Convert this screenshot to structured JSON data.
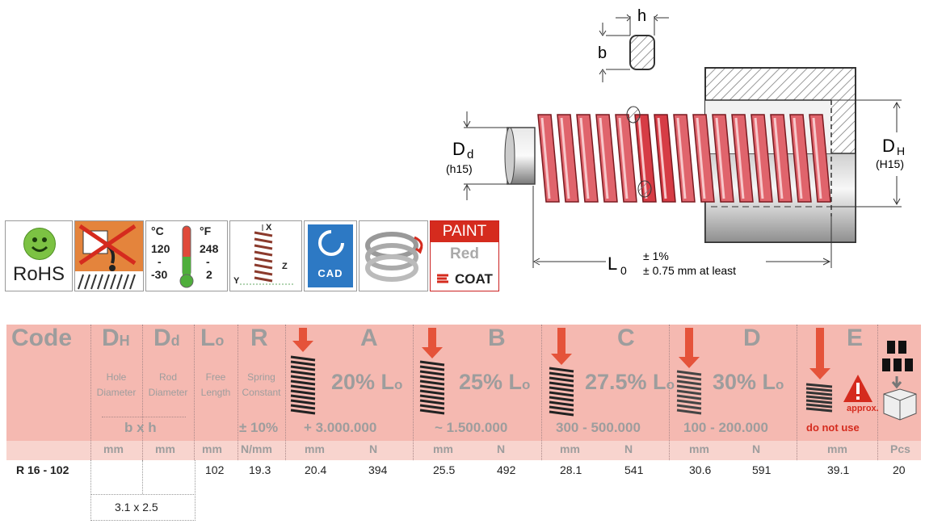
{
  "icons": {
    "rohs": "RoHS",
    "temp": {
      "c_unit": "°C",
      "f_unit": "°F",
      "c_max": "120",
      "c_sep": "-",
      "c_min": "-30",
      "f_max": "248",
      "f_sep": "-",
      "f_min": "2"
    },
    "axes": {
      "x": "X",
      "y": "Y",
      "z": "Z"
    },
    "cad": "CAD",
    "paint": {
      "line1": "PAINT",
      "line2": "Red",
      "line3": "COAT"
    }
  },
  "diagram": {
    "h": "h",
    "b": "b",
    "dd_main": "D",
    "dd_sub": "d",
    "dd_tol": "(h15)",
    "dh_main": "D",
    "dh_sub": "H",
    "dh_tol": "(H15)",
    "l0_main": "L",
    "l0_sub": "0",
    "l0_tol1": "± 1%",
    "l0_tol2": "± 0.75 mm at least"
  },
  "table": {
    "headers": {
      "code": "Code",
      "dh_main": "D",
      "dh_sub": "H",
      "dd_main": "D",
      "dd_sub": "d",
      "l0_main": "L",
      "l0_sub": "o",
      "r": "R",
      "a": "A",
      "b": "B",
      "c": "C",
      "d": "D",
      "e": "E",
      "hole_line1": "Hole",
      "hole_line2": "Diameter",
      "rod_line1": "Rod",
      "rod_line2": "Diameter",
      "free_line1": "Free",
      "free_line2": "Length",
      "spring_line1": "Spring",
      "spring_line2": "Constant",
      "bxh": "b x h",
      "r_tol": "± 10%",
      "pct_a": "20% L",
      "pct_b": "25% L",
      "pct_c": "27.5% L",
      "pct_d": "30% L",
      "pct_sub": "o",
      "life_a": "+ 3.000.000",
      "life_b": "~ 1.500.000",
      "life_c": "300 - 500.000",
      "life_d": "100 - 200.000",
      "approx": "approx.",
      "do_not_use": "do not use"
    },
    "units": [
      "mm",
      "mm",
      "mm",
      "N/mm",
      "mm",
      "N",
      "mm",
      "N",
      "mm",
      "N",
      "mm",
      "N",
      "mm",
      "Pcs"
    ],
    "row": {
      "code": "R 16 - 102",
      "l0": "102",
      "r": "19.3",
      "a_mm": "20.4",
      "a_n": "394",
      "b_mm": "25.5",
      "b_n": "492",
      "c_mm": "28.1",
      "c_n": "541",
      "d_mm": "30.6",
      "d_n": "591",
      "e_mm": "39.1",
      "pcs": "20",
      "bxh": "3.1 x 2.5"
    }
  },
  "colors": {
    "header_bg": "#f5b9b1",
    "units_bg": "#f8d4ce",
    "accent_red": "#d52b1e",
    "header_text": "#9d9d9d",
    "spring_red": "#d9484f"
  }
}
